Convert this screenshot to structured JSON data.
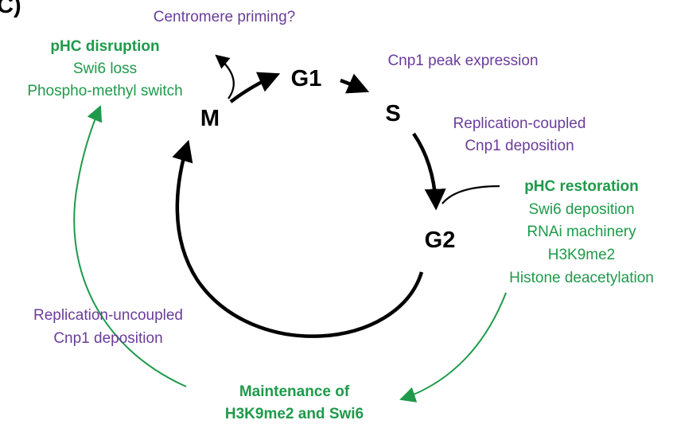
{
  "panel_label": "C)",
  "colors": {
    "cycle": "#000000",
    "purple": "#6a3d9a",
    "green": "#1e9a4a"
  },
  "phases": {
    "m": "M",
    "g1": "G1",
    "s": "S",
    "g2": "G2"
  },
  "annotations": {
    "centromere_priming": "Centromere priming?",
    "cnp1_peak": "Cnp1 peak expression",
    "replication_coupled": {
      "line1": "Replication-coupled",
      "line2": "Cnp1 deposition"
    },
    "replication_uncoupled": {
      "line1": "Replication-uncoupled",
      "line2": "Cnp1 deposition"
    }
  },
  "phc_disruption": {
    "title": "pHC disruption",
    "items": [
      "Swi6 loss",
      "Phospho-methyl switch"
    ]
  },
  "phc_restoration": {
    "title": "pHC restoration",
    "items": [
      "Swi6 deposition",
      "RNAi machinery",
      "H3K9me2",
      "Histone deacetylation"
    ]
  },
  "maintenance": {
    "line1": "Maintenance of",
    "line2": "H3K9me2 and Swi6"
  }
}
